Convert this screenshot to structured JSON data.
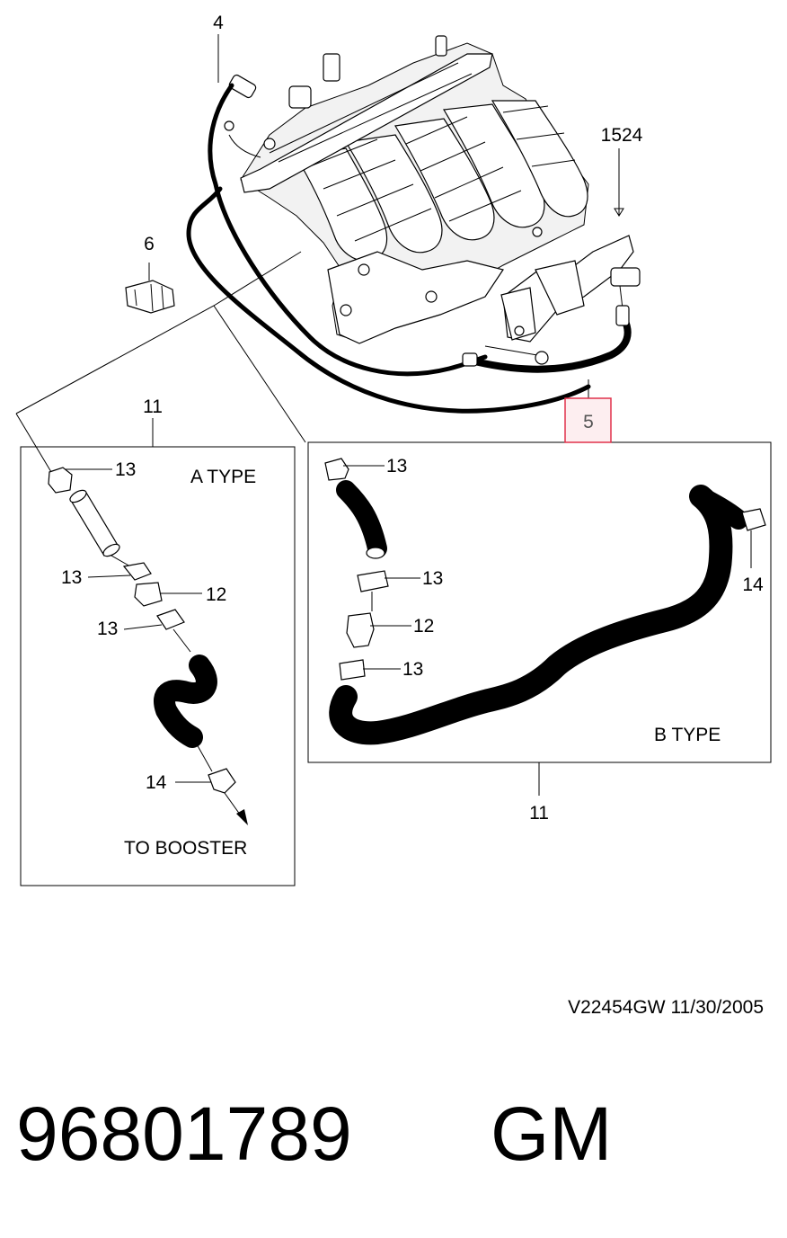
{
  "callouts": {
    "c4": "4",
    "c1524": "1524",
    "c6": "6",
    "c5": "5",
    "c11_left": "11",
    "c11_bottom": "11",
    "a13_top": "13",
    "a13_mid": "13",
    "a12": "12",
    "a13_low": "13",
    "a14": "14",
    "b13_top": "13",
    "b13_mid": "13",
    "b12": "12",
    "b13_low": "13",
    "b14": "14"
  },
  "panels": {
    "a_type": "A TYPE",
    "b_type": "B TYPE",
    "to_booster": "TO  BOOSTER"
  },
  "footer": {
    "drawing_code": "V22454GW  11/30/2005",
    "part_number": "96801789",
    "brand": "GM"
  },
  "colors": {
    "highlight": "#e0304a",
    "highlight_fill": "#fdeef0"
  }
}
